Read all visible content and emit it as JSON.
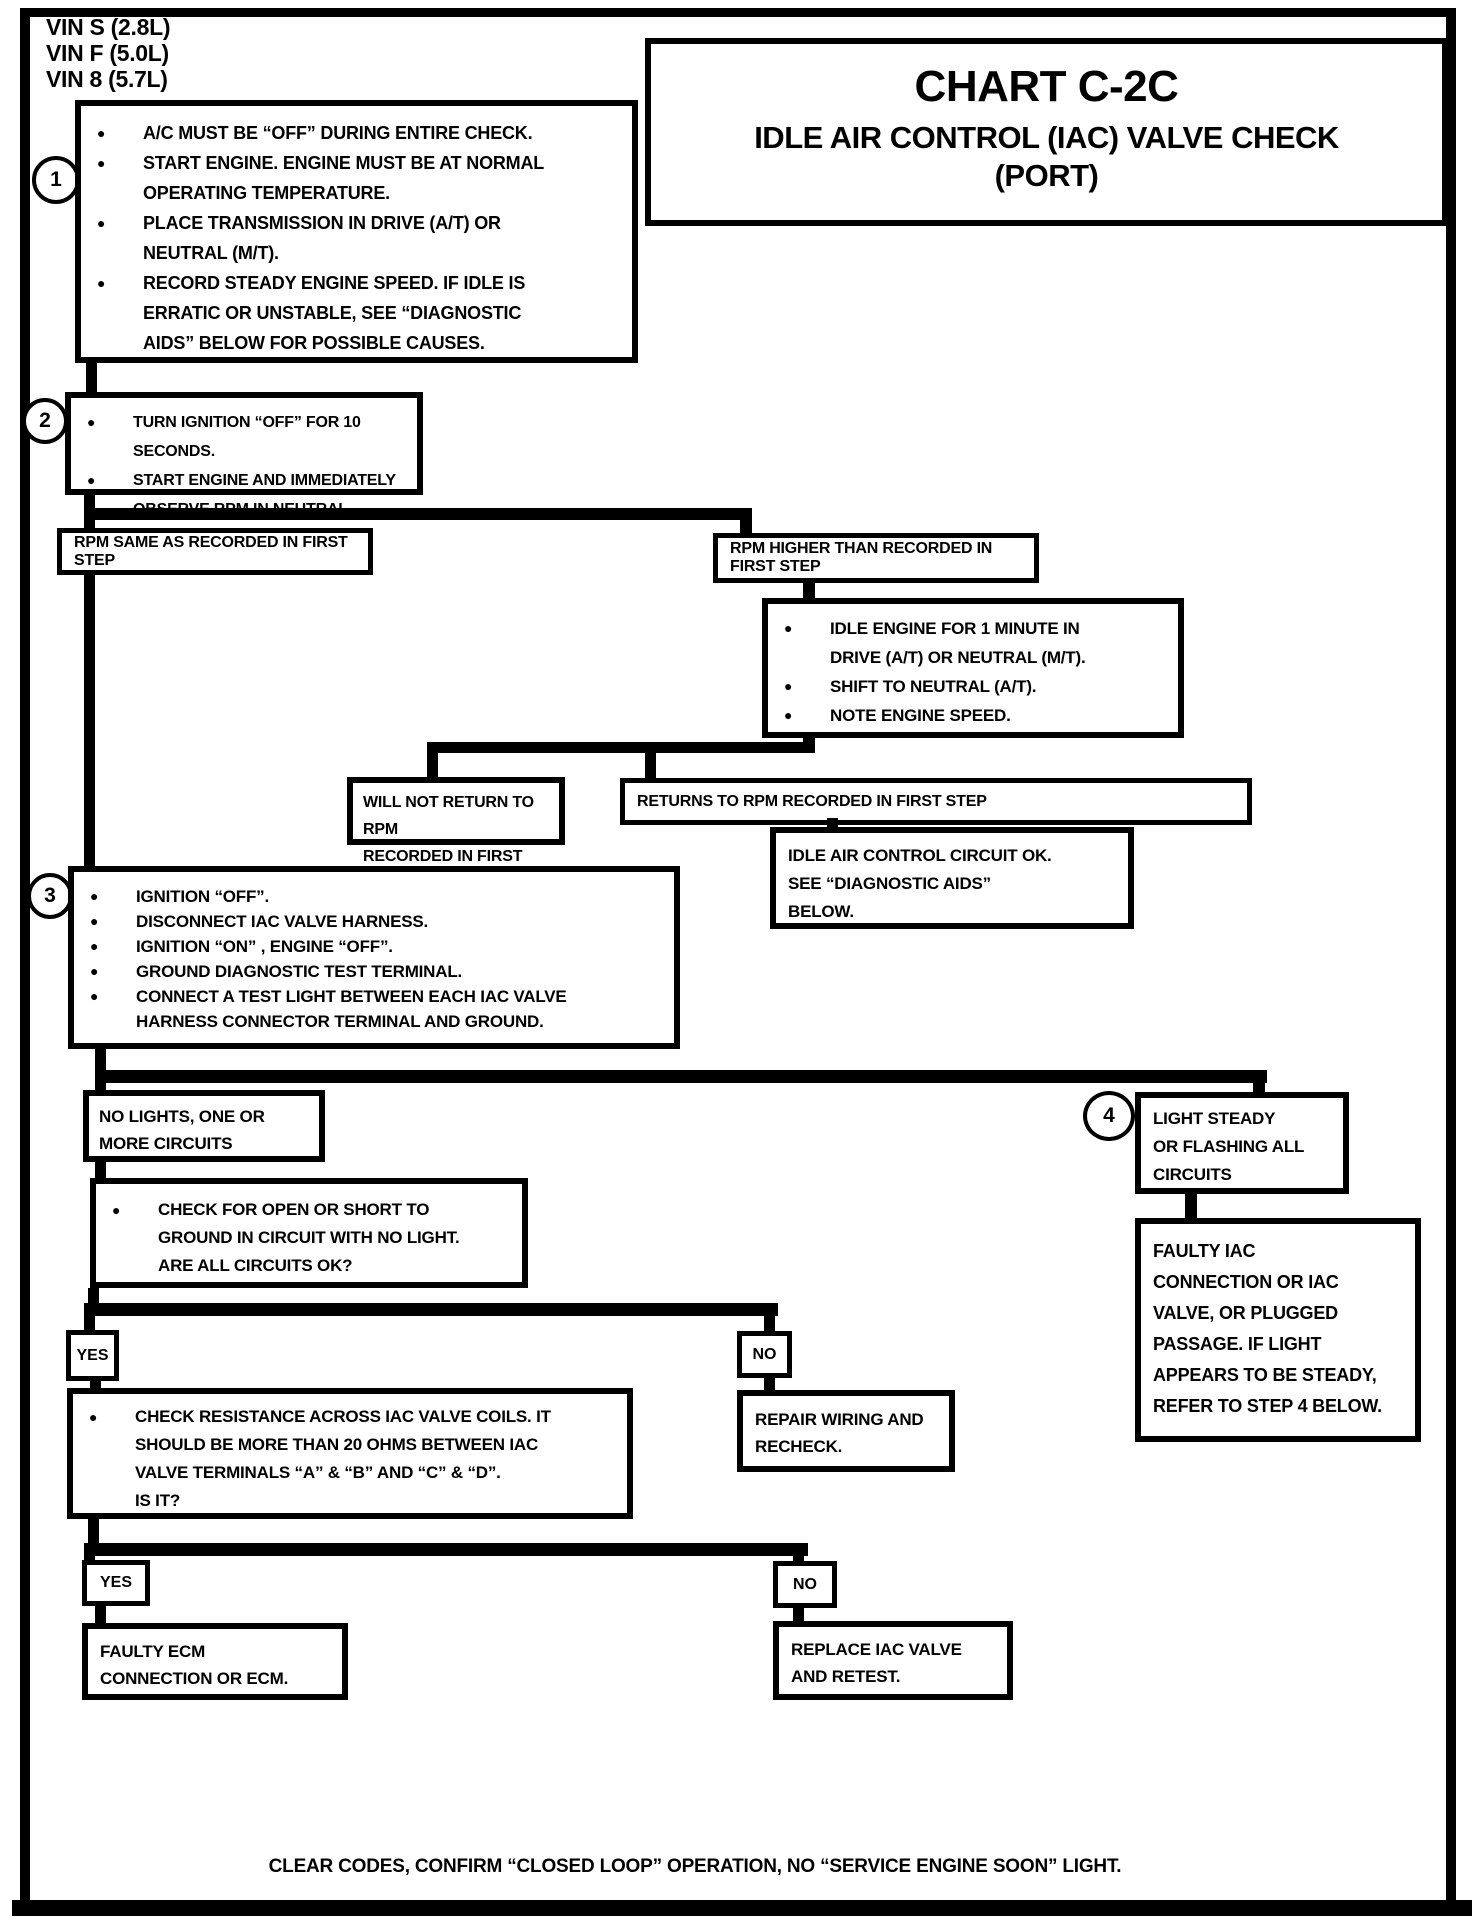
{
  "page": {
    "vin_labels": "VIN S (2.8L)\nVIN F (5.0L)\nVIN 8 (5.7L)",
    "title": "CHART C-2C",
    "subtitle": "IDLE AIR CONTROL (IAC) VALVE CHECK",
    "subtitle2": "(PORT)",
    "footer": "CLEAR CODES, CONFIRM “CLOSED LOOP” OPERATION, NO “SERVICE ENGINE SOON” LIGHT."
  },
  "steps": {
    "s1": "1",
    "s2": "2",
    "s3": "3",
    "s4": "4"
  },
  "colors": {
    "ink": "#000000",
    "paper": "#ffffff"
  },
  "nodes": {
    "step1": {
      "bullets": [
        "A/C MUST BE “OFF” DURING ENTIRE CHECK.",
        "START ENGINE.  ENGINE MUST BE AT NORMAL\nOPERATING TEMPERATURE.",
        "PLACE TRANSMISSION IN DRIVE (A/T) OR\nNEUTRAL (M/T).",
        "RECORD STEADY ENGINE SPEED.  IF IDLE IS\nERRATIC OR UNSTABLE,  SEE  “DIAGNOSTIC\nAIDS”  BELOW  FOR POSSIBLE CAUSES."
      ]
    },
    "step2": {
      "bullets": [
        "TURN IGNITION “OFF”  FOR 10 SECONDS.",
        "START ENGINE  AND IMMEDIATELY\nOBSERVE RPM IN NEUTRAL."
      ]
    },
    "rpm_same": {
      "text": "RPM SAME AS RECORDED IN FIRST STEP"
    },
    "rpm_higher": {
      "text": "RPM HIGHER THAN RECORDED IN FIRST STEP"
    },
    "idle_engine": {
      "bullets": [
        "IDLE ENGINE FOR 1 MINUTE  IN\nDRIVE (A/T) OR NEUTRAL (M/T).",
        "SHIFT TO NEUTRAL (A/T).",
        "NOTE ENGINE SPEED."
      ]
    },
    "will_not_return": {
      "text": "WILL NOT RETURN TO RPM\nRECORDED  IN FIRST STEP"
    },
    "returns": {
      "text": "RETURNS TO RPM RECORDED IN FIRST STEP"
    },
    "iac_ok": {
      "text": "IDLE AIR CONTROL CIRCUIT OK.\nSEE “DIAGNOSTIC AIDS”\nBELOW."
    },
    "step3": {
      "bullets": [
        "IGNITION “OFF”.",
        "DISCONNECT IAC VALVE HARNESS.",
        "IGNITION “ON” , ENGINE “OFF”.",
        "GROUND DIAGNOSTIC TEST TERMINAL.",
        "CONNECT A TEST LIGHT BETWEEN EACH IAC VALVE\nHARNESS CONNECTOR TERMINAL AND GROUND."
      ]
    },
    "no_lights": {
      "text": "NO LIGHTS, ONE OR\nMORE CIRCUITS"
    },
    "light_steady": {
      "text": "LIGHT  STEADY\nOR FLASHING ALL\nCIRCUITS"
    },
    "check_open": {
      "bullets": [
        "CHECK FOR OPEN OR SHORT TO\nGROUND IN CIRCUIT WITH NO LIGHT.\nARE ALL CIRCUITS OK?"
      ]
    },
    "faulty_iac": {
      "text": "FAULTY IAC\nCONNECTION OR IAC\nVALVE, OR PLUGGED\nPASSAGE.  IF LIGHT\nAPPEARS TO BE STEADY,\nREFER TO STEP 4  BELOW."
    },
    "yes1": {
      "text": "YES"
    },
    "no1": {
      "text": "NO"
    },
    "check_resistance": {
      "bullets": [
        "CHECK RESISTANCE ACROSS IAC VALVE COILS.  IT\nSHOULD BE MORE THAN 20 OHMS BETWEEN IAC\nVALVE TERMINALS “A” & “B” AND “C” & “D”.\nIS IT?"
      ]
    },
    "repair_wiring": {
      "text": "REPAIR WIRING AND\nRECHECK."
    },
    "yes2": {
      "text": "YES"
    },
    "no2": {
      "text": "NO"
    },
    "faulty_ecm": {
      "text": "FAULTY ECM\nCONNECTION OR ECM."
    },
    "replace_iac": {
      "text": "REPLACE IAC VALVE\nAND RETEST."
    }
  }
}
